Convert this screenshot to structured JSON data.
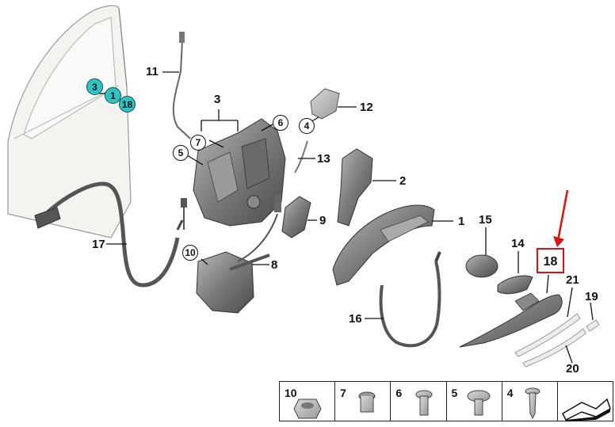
{
  "callouts": {
    "c1": "1",
    "c2": "2",
    "c3": "3",
    "c8": "8",
    "c9": "9",
    "c11": "11",
    "c12": "12",
    "c13": "13",
    "c14": "14",
    "c15": "15",
    "c16": "16",
    "c17": "17",
    "c19": "19",
    "c20": "20",
    "c21": "21"
  },
  "circled": {
    "r4": "4",
    "r5": "5",
    "r6": "6",
    "r7": "7",
    "r10": "10"
  },
  "door_markers": {
    "m3": "3",
    "m1": "1",
    "m18": "18"
  },
  "highlight": {
    "label": "18",
    "color": "#e01010"
  },
  "legend": {
    "items": [
      {
        "number": "10",
        "part": "nut"
      },
      {
        "number": "7",
        "part": "bushing"
      },
      {
        "number": "6",
        "part": "screw"
      },
      {
        "number": "5",
        "part": "screw"
      },
      {
        "number": "4",
        "part": "screw"
      },
      {
        "number": "",
        "part": "placement-arrow"
      }
    ]
  },
  "colors": {
    "teal_marker": "#2ec4c4",
    "part_gray": "#8a8a8a",
    "door_fill": "#f2f2ee"
  }
}
